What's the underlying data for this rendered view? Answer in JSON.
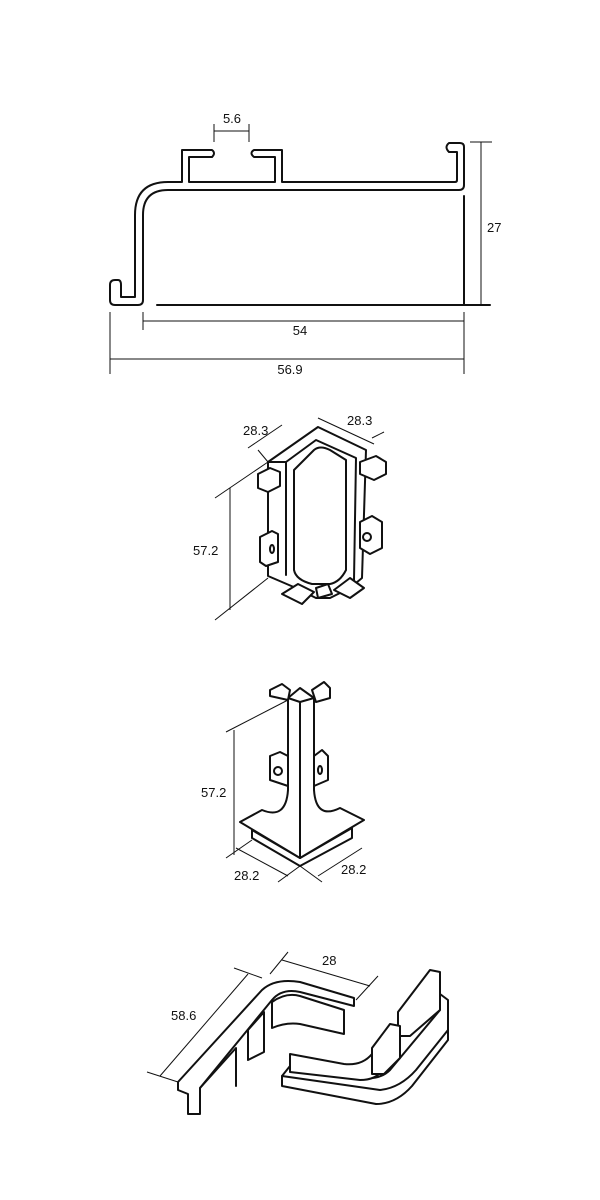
{
  "drawings": {
    "profile": {
      "dim_slot": "5.6",
      "dim_height": "27",
      "dim_inner_width": "54",
      "dim_outer_width": "56.9"
    },
    "inner_corner": {
      "dim_depth_left": "28.3",
      "dim_depth_right": "28.3",
      "dim_height": "57.2"
    },
    "outer_corner": {
      "dim_height": "57.2",
      "dim_base_left": "28.2",
      "dim_base_right": "28.2"
    },
    "connector": {
      "dim_width": "28",
      "dim_length": "58.6"
    }
  },
  "colors": {
    "line": "#111111",
    "background": "#ffffff"
  }
}
